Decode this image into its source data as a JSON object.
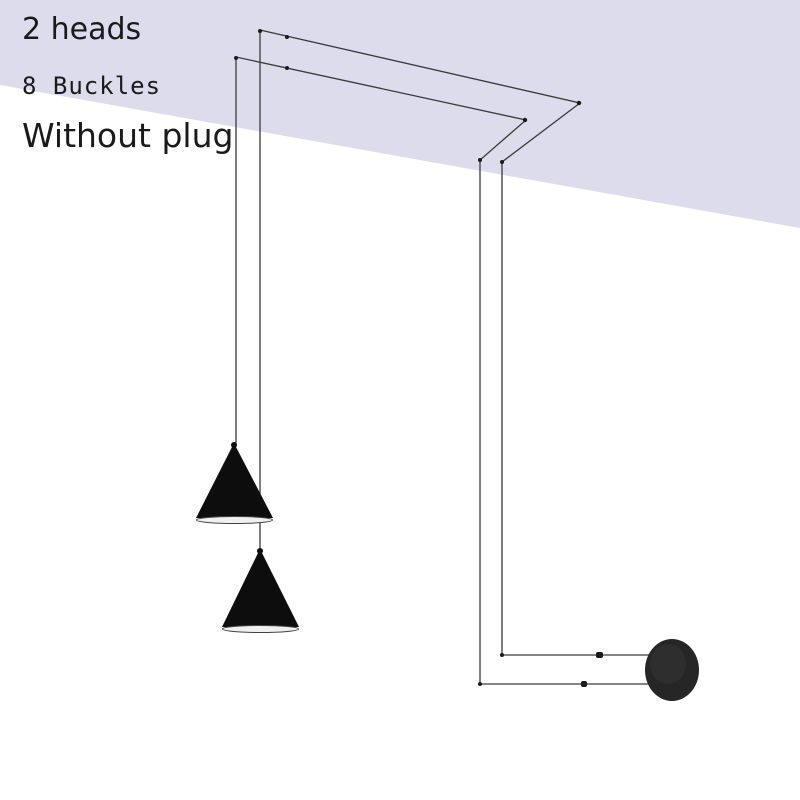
{
  "labels": {
    "heads": "2 heads",
    "buckles": "8 Buckles",
    "plug": "Without plug"
  },
  "colors": {
    "ceiling": "#dcdcec",
    "wire": "#3a3a3a",
    "lamp": "#0d0d0d",
    "canopy": "#262626"
  },
  "icons": [
    "cone-pendant-lamp-icon",
    "round-wall-canopy-icon"
  ]
}
